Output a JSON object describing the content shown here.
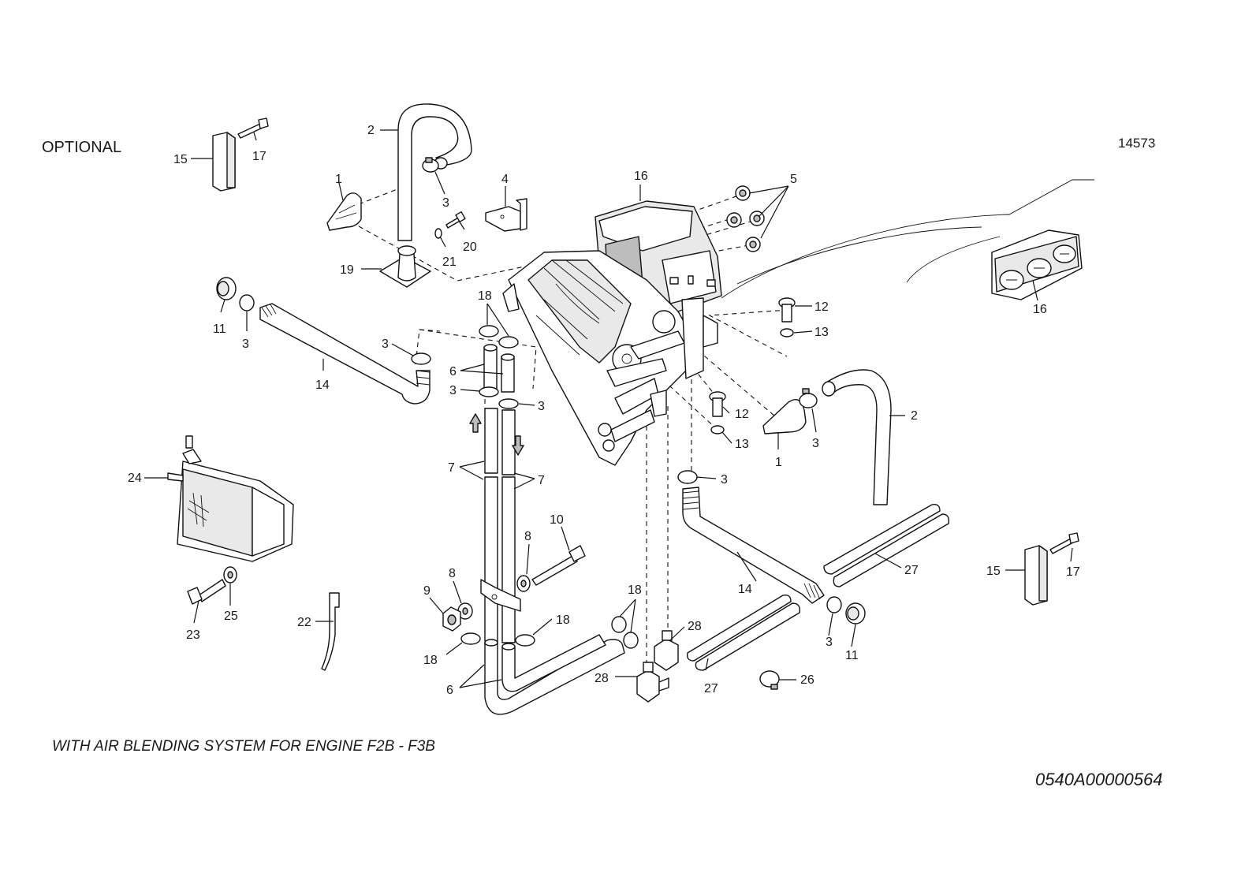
{
  "header": {
    "optional_label": "OPTIONAL",
    "figure_number": "14573"
  },
  "footer": {
    "caption": "WITH AIR BLENDING SYSTEM FOR ENGINE F2B - F3B",
    "drawing_code": "0540A00000564"
  },
  "callouts": {
    "c1_a": "1",
    "c1_b": "1",
    "c2_a": "2",
    "c2_b": "2",
    "c3_a": "3",
    "c3_b": "3",
    "c3_c": "3",
    "c3_d": "3",
    "c3_e": "3",
    "c3_f": "3",
    "c3_g": "3",
    "c3_h": "3",
    "c4": "4",
    "c5": "5",
    "c6_a": "6",
    "c6_b": "6",
    "c7_a": "7",
    "c7_b": "7",
    "c8_a": "8",
    "c8_b": "8",
    "c9": "9",
    "c10": "10",
    "c11_a": "11",
    "c11_b": "11",
    "c12_a": "12",
    "c12_b": "12",
    "c13_a": "13",
    "c13_b": "13",
    "c14_a": "14",
    "c14_b": "14",
    "c15_a": "15",
    "c15_b": "15",
    "c16_a": "16",
    "c16_b": "16",
    "c17_a": "17",
    "c17_b": "17",
    "c18_a": "18",
    "c18_b": "18",
    "c18_c": "18",
    "c18_d": "18",
    "c19": "19",
    "c20": "20",
    "c21": "21",
    "c22": "22",
    "c23": "23",
    "c24": "24",
    "c25": "25",
    "c26": "26",
    "c27_a": "27",
    "c27_b": "27",
    "c28_a": "28",
    "c28_b": "28"
  }
}
